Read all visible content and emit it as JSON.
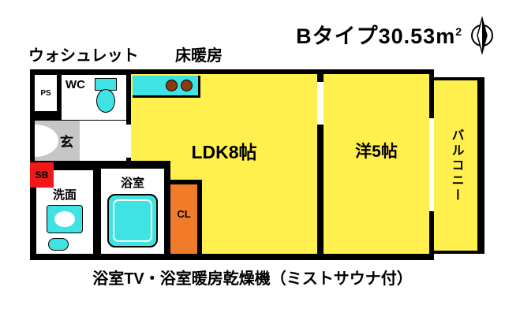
{
  "title": {
    "text": "Bタイプ30.53m",
    "sup": "2"
  },
  "annotations": {
    "washlet": "ウォシュレット",
    "floor_heating": "床暖房"
  },
  "rooms": {
    "ps": "PS",
    "wc": "WC",
    "entrance": "玄",
    "shoe_box": "SB",
    "washroom": "洗面",
    "bathroom": "浴室",
    "ldk": "LDK8帖",
    "closet": "CL",
    "western": "洋5帖",
    "balcony": "バルコニー"
  },
  "footer": {
    "caption": "浴室TV・浴室暖房乾燥機（ミストサウナ付）"
  },
  "colors": {
    "room_yellow": "#FFF04D",
    "fixture_cyan": "#3FE3E3",
    "closet_orange": "#F07B28",
    "shoebox_red": "#F01818",
    "entrance_gray": "#C6C6C6",
    "wall_black": "#000000",
    "burner_brown": "#8A3A10"
  }
}
